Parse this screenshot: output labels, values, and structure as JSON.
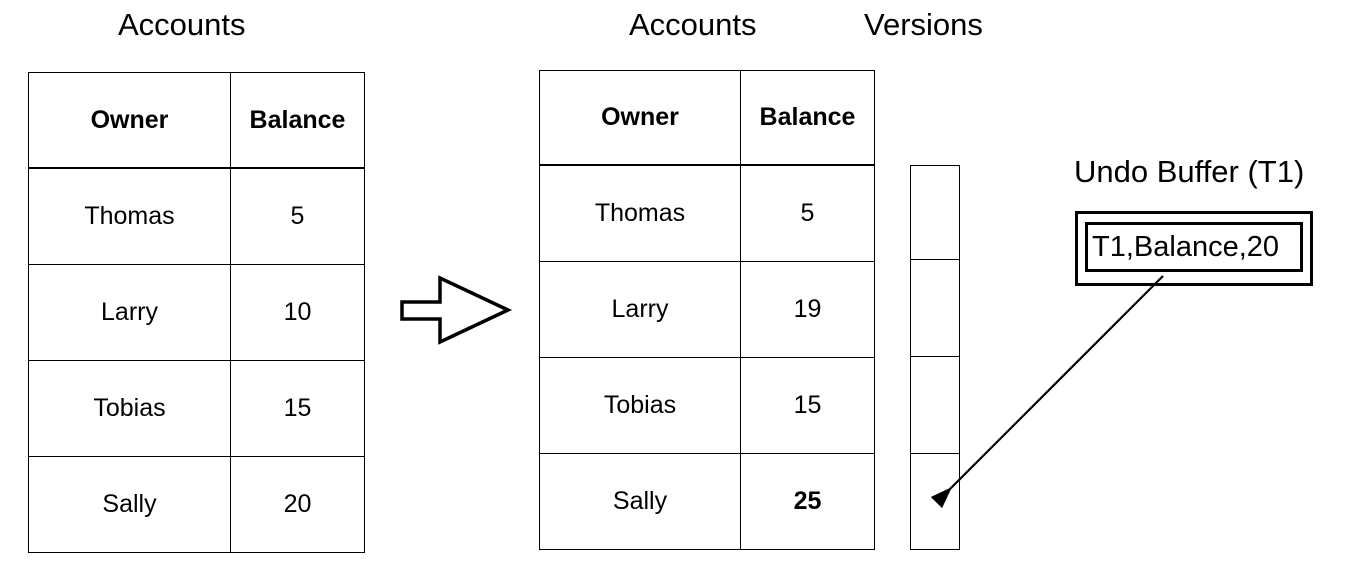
{
  "diagram": {
    "kind": "database-mvcc-undo-buffer-diagram",
    "labels": {
      "left_table_title": "Accounts",
      "right_table_title": "Accounts",
      "versions_title": "Versions",
      "undo_buffer_title": "Undo Buffer (T1)"
    },
    "colors": {
      "stroke": "#000000",
      "background": "#ffffff",
      "text": "#000000"
    }
  },
  "left_table": {
    "title": "Accounts",
    "columns": [
      "Owner",
      "Balance"
    ],
    "rows": [
      {
        "owner": "Thomas",
        "balance": "5",
        "bold": false
      },
      {
        "owner": "Larry",
        "balance": "10",
        "bold": false
      },
      {
        "owner": "Tobias",
        "balance": "15",
        "bold": false
      },
      {
        "owner": "Sally",
        "balance": "20",
        "bold": false
      }
    ]
  },
  "right_table": {
    "title": "Accounts",
    "columns": [
      "Owner",
      "Balance"
    ],
    "rows": [
      {
        "owner": "Thomas",
        "balance": "5",
        "bold": false
      },
      {
        "owner": "Larry",
        "balance": "19",
        "bold": false
      },
      {
        "owner": "Tobias",
        "balance": "15",
        "bold": false
      },
      {
        "owner": "Sally",
        "balance": "25",
        "bold": true
      }
    ]
  },
  "versions_column": {
    "title": "Versions",
    "cells": [
      "",
      "",
      "",
      ""
    ],
    "pointer_cell_index": 3
  },
  "undo_buffer": {
    "title": "Undo Buffer (T1)",
    "entries": [
      "T1,Balance,20"
    ]
  },
  "transition_arrow": {
    "name": "block-arrow-right",
    "direction": "right"
  },
  "pointer_arrow": {
    "name": "undo-buffer-to-version-pointer",
    "from": "undo-buffer-entry",
    "to": "versions-cell-4"
  }
}
